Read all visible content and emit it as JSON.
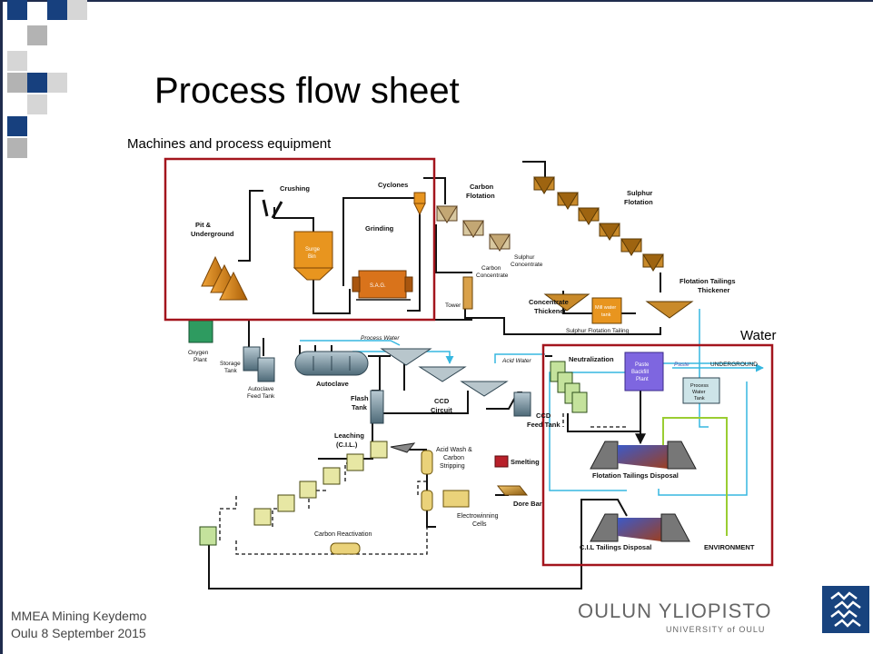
{
  "slide": {
    "title": "Process flow sheet",
    "caption_machines": "Machines and process equipment",
    "caption_water": "Water",
    "footer_line1": "MMEA Mining Keydemo",
    "footer_line2": "Oulu 8 September 2015",
    "university_name": "OULUN YLIOPISTO",
    "university_sub": "UNIVERSITY of OULU"
  },
  "colors": {
    "highlight_box": "#a3151d",
    "decor_blue": "#17407e",
    "decor_gray": "#b3b3b3",
    "decor_light": "#d6d6d6",
    "pipe_black": "#111111",
    "pipe_cyan": "#36b7e0",
    "pipe_green": "#9acd32",
    "ore_orange": "#e08c13",
    "tank_green": "#c4e29c",
    "oxygen_green": "#2e9b60",
    "paste_purple": "#7e66e0"
  },
  "diagram": {
    "pit": "Pit &",
    "underground": "Underground",
    "crushing": "Crushing",
    "cyclones": "Cyclones",
    "grinding": "Grinding",
    "surge": "Surge",
    "bin": "Bin",
    "sag": "S.A.G.",
    "carbon": "Carbon",
    "flotation": "Flotation",
    "sulphur": "Sulphur",
    "concentrate": "Concentrate",
    "sulphur_concentrate_1": "Sulphur",
    "sulphur_concentrate_2": "Concentrate",
    "carbon_concentrate_1": "Carbon",
    "carbon_concentrate_2": "Concentrate",
    "tower": "Tower",
    "concentrate_thickener_1": "Concentrate",
    "concentrate_thickener_2": "Thickener",
    "mill_water_1": "Mill water",
    "mill_water_2": "tank",
    "flotation_tailings_1": "Flotation Tailings",
    "flotation_tailings_2": "Thickener",
    "sulphur_flotation_tailing": "Sulphur Flotation Tailing",
    "oxygen_1": "Oxygen",
    "oxygen_2": "Plant",
    "storage_1": "Storage",
    "storage_2": "Tank",
    "autoclave_feed_1": "Autoclave",
    "autoclave_feed_2": "Feed Tank",
    "autoclave": "Autoclave",
    "process_water": "Process Water",
    "flash_1": "Flash",
    "flash_2": "Tank",
    "ccd_1": "CCD",
    "ccd_2": "Circuit",
    "acid_water": "Acid Water",
    "ccd_feed_1": "CCD",
    "ccd_feed_2": "Feed Tank",
    "neutralization": "Neutralization",
    "paste_1": "Paste",
    "paste_2": "Backfill",
    "paste_3": "Plant",
    "paste": "Paste",
    "underground_right": "UNDERGROUND",
    "pw_tank_1": "Process",
    "pw_tank_2": "Water",
    "pw_tank_3": "Tank",
    "leaching_1": "Leaching",
    "leaching_2": "(C.I.L.)",
    "acid_wash_1": "Acid Wash &",
    "acid_wash_2": "Carbon",
    "acid_wash_3": "Stripping",
    "smelting": "Smelting",
    "dore_bar": "Dore Bar",
    "electrowinning_1": "Electrowinning",
    "electrowinning_2": "Cells",
    "carbon_reactivation": "Carbon Reactivation",
    "flotation_tailings_disposal": "Flotation Tailings Disposal",
    "cil_tailings_disposal": "C.I.L Tailings Disposal",
    "environment": "ENVIRONMENT"
  }
}
